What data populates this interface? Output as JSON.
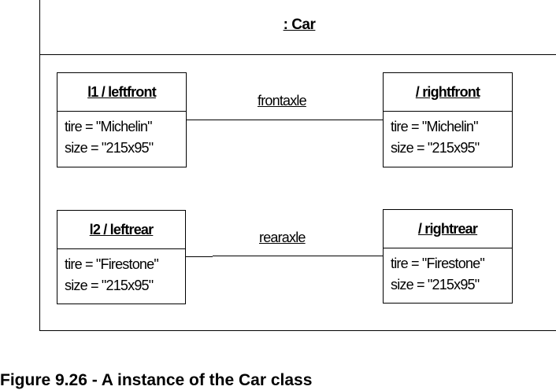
{
  "diagram": {
    "class_name": ": Car",
    "parts": [
      {
        "id": "leftfront",
        "title": "l1 / leftfront",
        "attributes": [
          "tire = \"Michelin\"",
          "size = \"215x95\""
        ]
      },
      {
        "id": "rightfront",
        "title": "/ rightfront",
        "attributes": [
          "tire = \"Michelin\"",
          "size = \"215x95\""
        ]
      },
      {
        "id": "leftrear",
        "title": "l2 / leftrear",
        "attributes": [
          "tire = \"Firestone\"",
          "size = \"215x95\""
        ]
      },
      {
        "id": "rightrear",
        "title": "/ rightrear",
        "attributes": [
          "tire = \"Firestone\"",
          "size = \"215x95\""
        ]
      }
    ],
    "connectors": [
      {
        "label": "frontaxle"
      },
      {
        "label": "rearaxle"
      }
    ]
  },
  "caption": "Figure 9.26 - A instance of the Car class"
}
